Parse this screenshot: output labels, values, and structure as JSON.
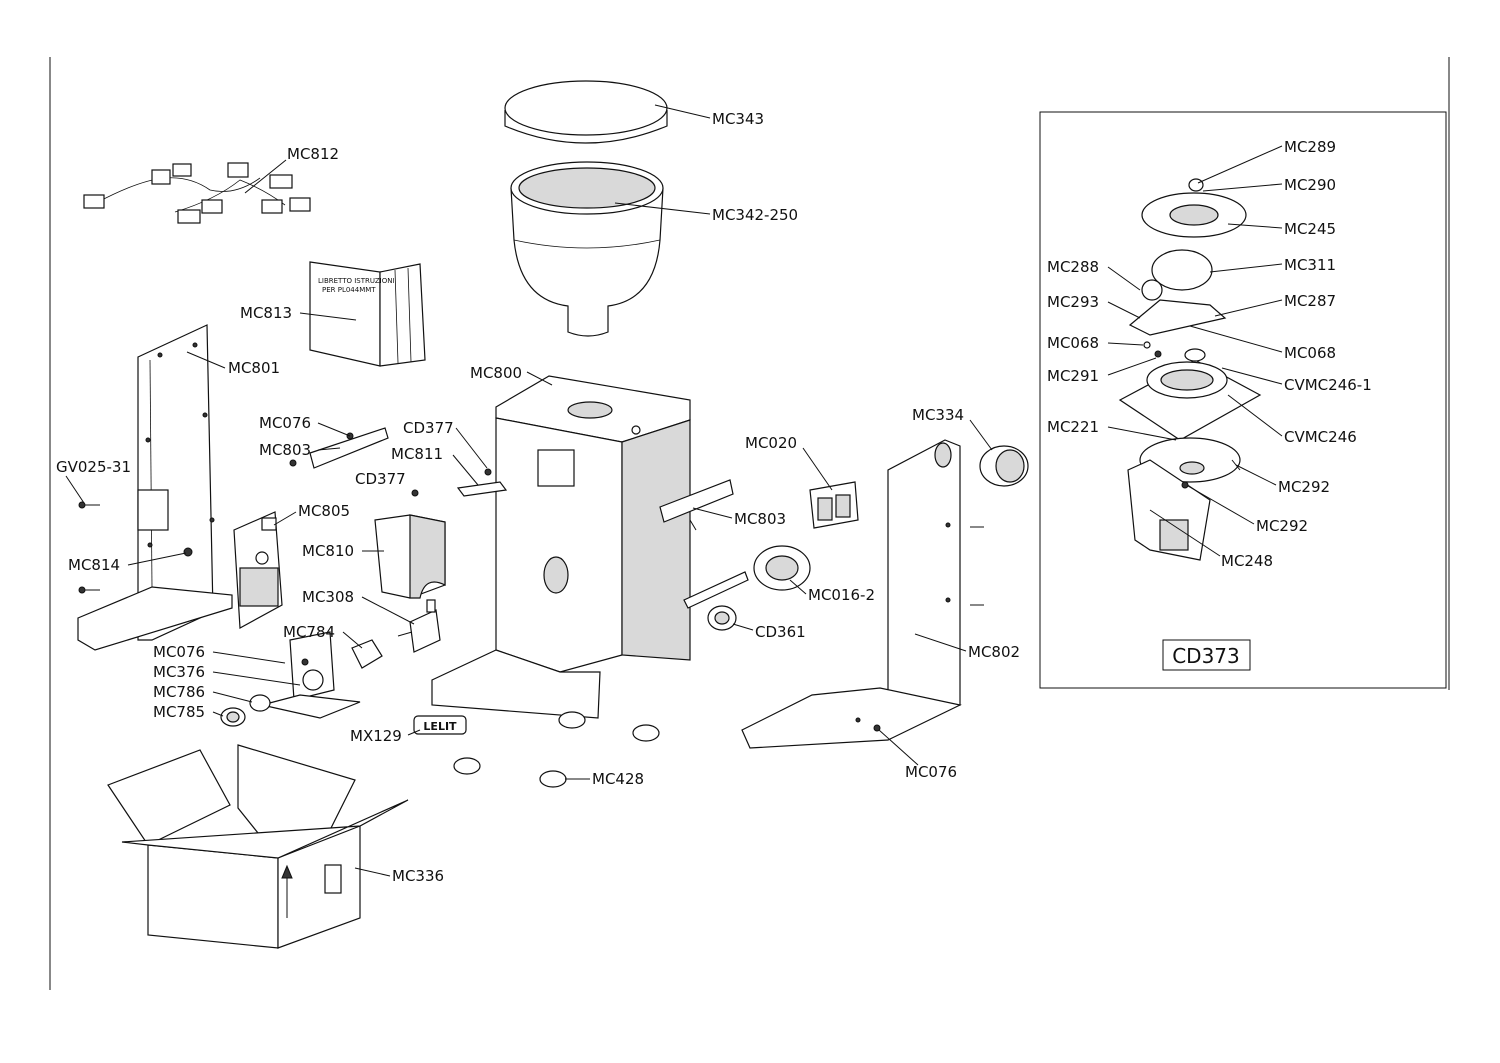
{
  "diagram": {
    "inset_title": "CD373",
    "brand_plate": "LELIT",
    "manual_cover_text": [
      "LIBRETTO ISTRUZIONI",
      "PER PL044MMT"
    ],
    "labels": [
      {
        "id": "mc343",
        "text": "MC343"
      },
      {
        "id": "mc342",
        "text": "MC342-250"
      },
      {
        "id": "mc812",
        "text": "MC812"
      },
      {
        "id": "mc813",
        "text": "MC813"
      },
      {
        "id": "mc801",
        "text": "MC801"
      },
      {
        "id": "mc800",
        "text": "MC800"
      },
      {
        "id": "mc076a",
        "text": "MC076"
      },
      {
        "id": "mc803a",
        "text": "MC803"
      },
      {
        "id": "cd377a",
        "text": "CD377"
      },
      {
        "id": "mc811",
        "text": "MC811"
      },
      {
        "id": "cd377b",
        "text": "CD377"
      },
      {
        "id": "gv025",
        "text": "GV025-31"
      },
      {
        "id": "mc805",
        "text": "MC805"
      },
      {
        "id": "mc810",
        "text": "MC810"
      },
      {
        "id": "mc814",
        "text": "MC814"
      },
      {
        "id": "mc308",
        "text": "MC308"
      },
      {
        "id": "mc784",
        "text": "MC784"
      },
      {
        "id": "mc076b",
        "text": "MC076"
      },
      {
        "id": "mc376",
        "text": "MC376"
      },
      {
        "id": "mc786",
        "text": "MC786"
      },
      {
        "id": "mc785",
        "text": "MC785"
      },
      {
        "id": "mx129",
        "text": "MX129"
      },
      {
        "id": "mc428",
        "text": "MC428"
      },
      {
        "id": "mc336",
        "text": "MC336"
      },
      {
        "id": "mc020",
        "text": "MC020"
      },
      {
        "id": "mc803b",
        "text": "MC803"
      },
      {
        "id": "mc016",
        "text": "MC016-2"
      },
      {
        "id": "cd361",
        "text": "CD361"
      },
      {
        "id": "mc334",
        "text": "MC334"
      },
      {
        "id": "mc802",
        "text": "MC802"
      },
      {
        "id": "mc076c",
        "text": "MC076"
      },
      {
        "id": "mc289",
        "text": "MC289"
      },
      {
        "id": "mc290",
        "text": "MC290"
      },
      {
        "id": "mc245",
        "text": "MC245"
      },
      {
        "id": "mc288",
        "text": "MC288"
      },
      {
        "id": "mc311",
        "text": "MC311"
      },
      {
        "id": "mc293",
        "text": "MC293"
      },
      {
        "id": "mc287",
        "text": "MC287"
      },
      {
        "id": "mc068a",
        "text": "MC068"
      },
      {
        "id": "mc068b",
        "text": "MC068"
      },
      {
        "id": "mc291",
        "text": "MC291"
      },
      {
        "id": "cvmc2461",
        "text": "CVMC246-1"
      },
      {
        "id": "mc221",
        "text": "MC221"
      },
      {
        "id": "cvmc246",
        "text": "CVMC246"
      },
      {
        "id": "mc292a",
        "text": "MC292"
      },
      {
        "id": "mc292b",
        "text": "MC292"
      },
      {
        "id": "mc248",
        "text": "MC248"
      }
    ]
  }
}
